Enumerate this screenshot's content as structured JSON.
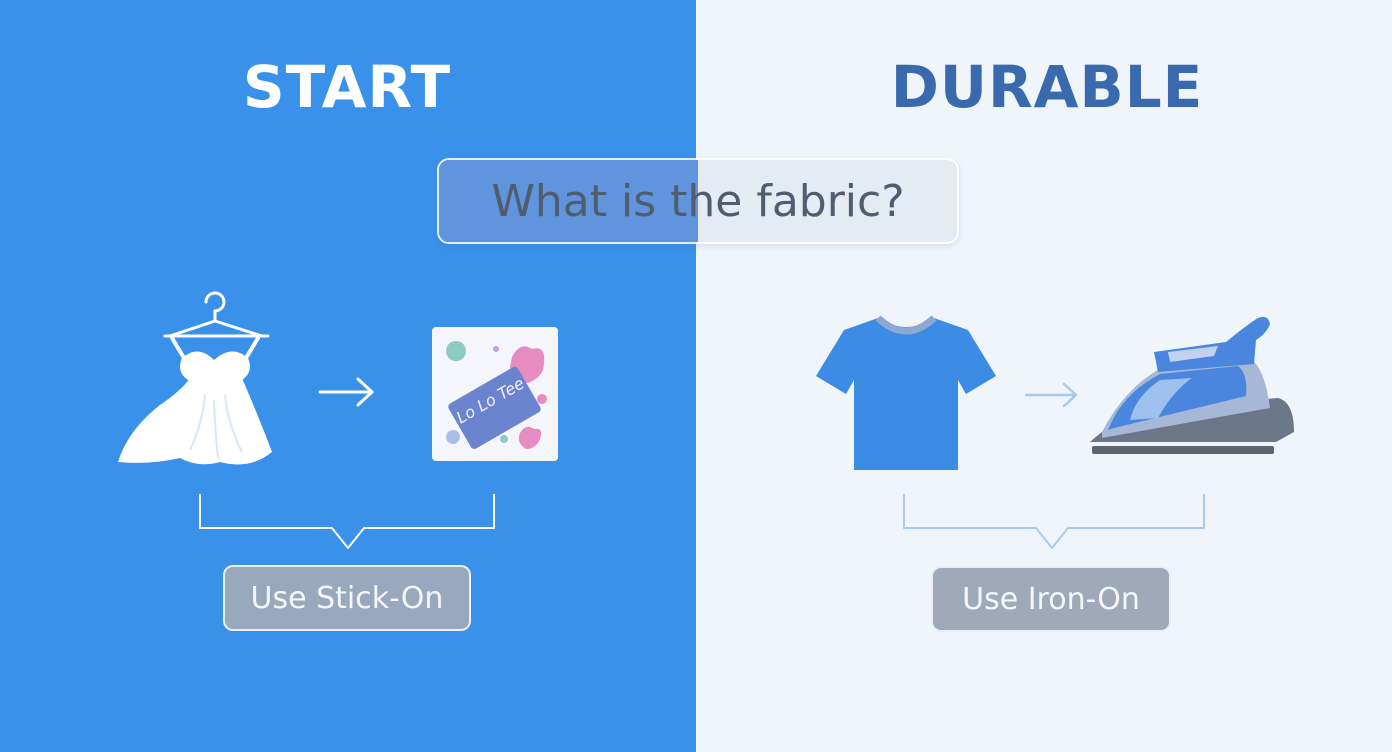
{
  "left": {
    "heading": "START",
    "icons": {
      "item": "dress-on-hanger-icon",
      "result": "sticker-patch-icon",
      "arrow": "arrow-right-icon"
    },
    "sticker_text": "Lo Lo Tee",
    "result_label": "Use Stick-On"
  },
  "right": {
    "heading": "DURABLE",
    "icons": {
      "item": "t-shirt-icon",
      "result": "clothes-iron-icon",
      "arrow": "arrow-right-icon"
    },
    "result_label": "Use Iron-On"
  },
  "question": "What is the fabric?",
  "colors": {
    "left_bg": "#3a91ea",
    "right_bg": "#f0f5fb",
    "right_heading": "#3a6aae",
    "shirt": "#3c8ce6",
    "iron_body": "#4a86de",
    "button_fill": "#99a9bd"
  }
}
